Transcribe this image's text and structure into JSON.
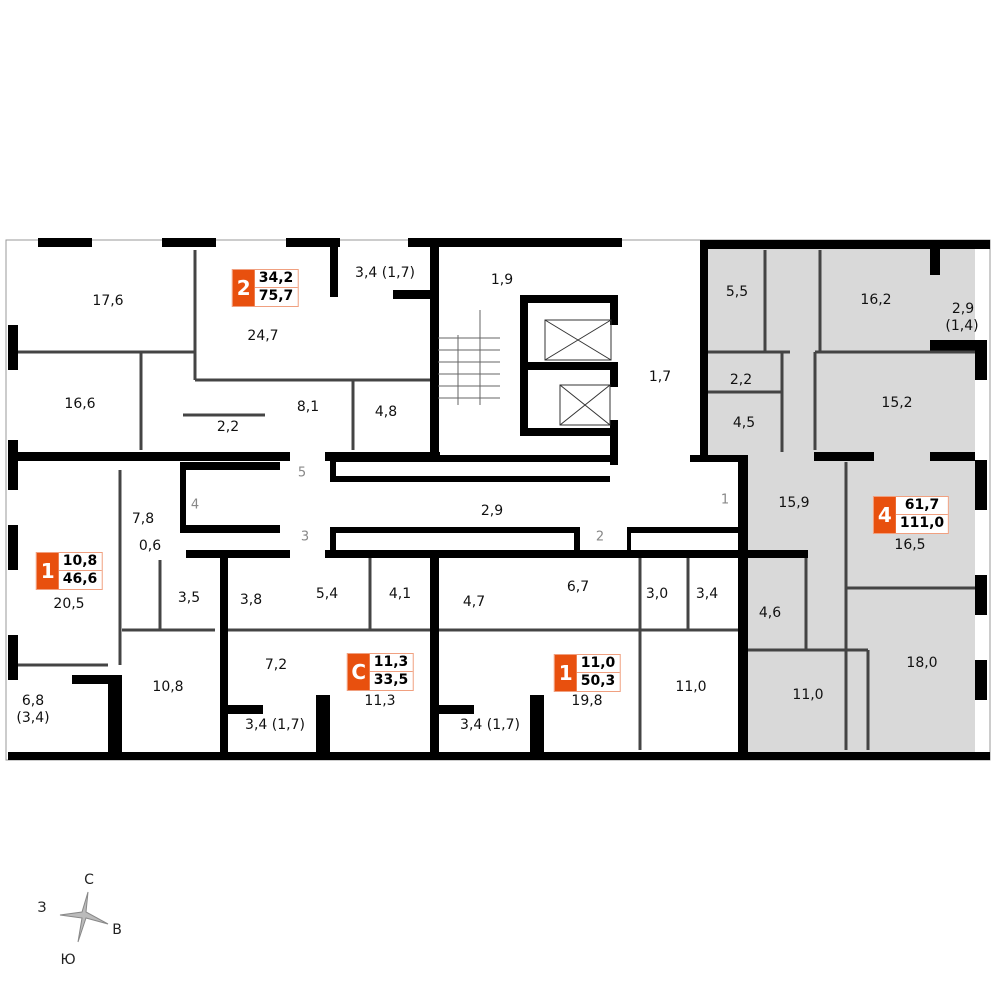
{
  "apartments": [
    {
      "type": "2",
      "living": "34,2",
      "total": "75,7"
    },
    {
      "type": "4",
      "living": "61,7",
      "total": "111,0"
    },
    {
      "type": "1",
      "living": "10,8",
      "total": "46,6"
    },
    {
      "type": "С",
      "living": "11,3",
      "total": "33,5"
    },
    {
      "type": "1",
      "living": "11,0",
      "total": "50,3"
    }
  ],
  "rooms": [
    "17,6",
    "24,7",
    "3,4 (1,7)",
    "1,9",
    "1,7",
    "5,5",
    "16,2",
    "2,9",
    "(1,4)",
    "16,6",
    "2,2",
    "8,1",
    "4,8",
    "2,2",
    "15,2",
    "4,5",
    "2,9",
    "15,9",
    "16,5",
    "7,8",
    "0,6",
    "20,5",
    "3,5",
    "3,8",
    "5,4",
    "4,1",
    "4,7",
    "6,7",
    "3,0",
    "3,4",
    "4,6",
    "18,0",
    "7,2",
    "11,3",
    "19,8",
    "11,0",
    "10,8",
    "11,0",
    "6,8",
    "(3,4)",
    "3,4 (1,7)",
    "3,4 (1,7)"
  ],
  "doors": [
    "1",
    "2",
    "3",
    "4",
    "5"
  ],
  "compass": {
    "north": "С",
    "west": "З",
    "east": "В",
    "south": "Ю"
  },
  "colors": {
    "accent": "#e8500e",
    "selected_fill": "#d9d9d9",
    "wall": "#000000"
  }
}
